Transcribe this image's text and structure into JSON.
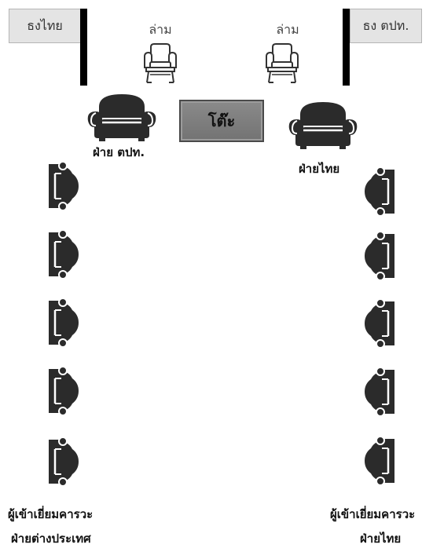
{
  "flags": {
    "left": "ธงไทย",
    "right": "ธง ตปท."
  },
  "interpreters": {
    "left": "ล่าม",
    "right": "ล่าม"
  },
  "table": "โต๊ะ",
  "hosts": {
    "foreign": "ฝ่าย ตปท.",
    "thai": "ฝ่ายไทย"
  },
  "delegations": {
    "foreign": {
      "line1": "ผู้เข้าเยี่ยมคารวะ",
      "line2": "ฝ่ายต่างประเทศ"
    },
    "thai": {
      "line1": "ผู้เข้าเยี่ยมคารวะ",
      "line2": "ฝ่ายไทย"
    }
  },
  "icons": {
    "armchair_outline": "armchair-outline-icon",
    "armchair_filled": "armchair-icon",
    "chair_side": "chair-side-icon"
  }
}
